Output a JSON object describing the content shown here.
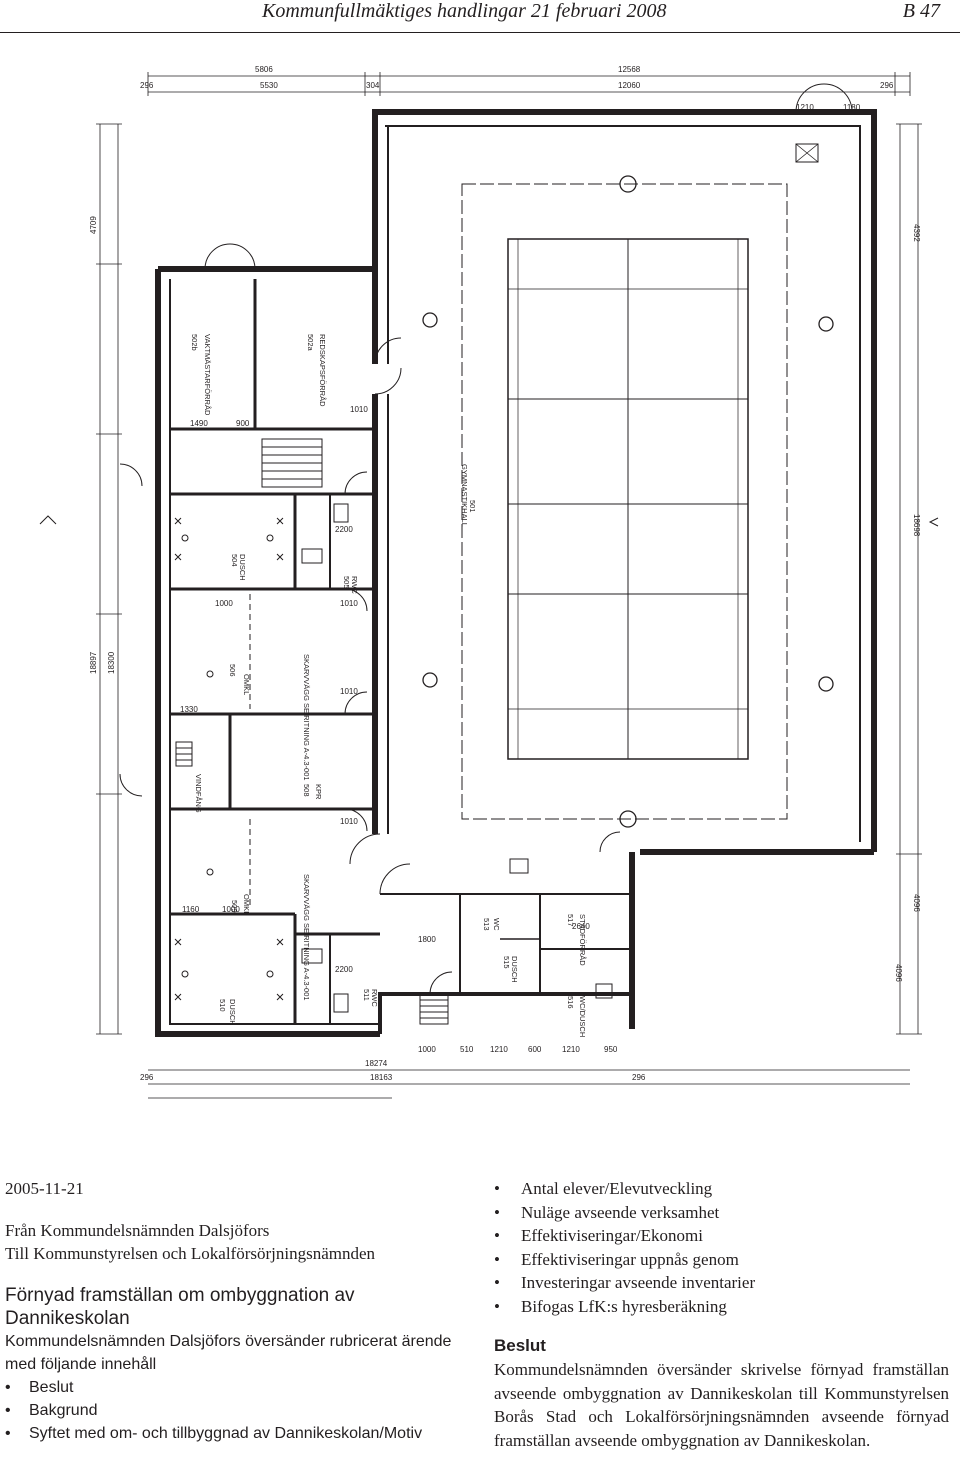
{
  "header": {
    "publication": "Kommunfullmäktiges handlingar 21 februari 2008",
    "page": "B 47"
  },
  "plan": {
    "dimensions": {
      "top_total_1": "5806",
      "top_total_2": "12568",
      "top_a": "296",
      "top_b": "5530",
      "top_c": "304",
      "top_d": "12060",
      "top_e": "296",
      "right_1": "1210",
      "right_2": "1180",
      "bottom_total": "18274",
      "bottom_a": "296",
      "bottom_b": "18163",
      "bottom_c": "296",
      "bottom_1": "1000",
      "bottom_2": "510",
      "bottom_3": "1210",
      "bottom_4": "600",
      "bottom_5": "1210",
      "bottom_6": "950",
      "left_1": "4709",
      "left_2": "18897",
      "left_3": "18300",
      "right_total": "18698",
      "right_a": "4392",
      "right_b": "4096",
      "right_c": "4096",
      "mid_1": "1490",
      "mid_2": "900",
      "mid_3": "1330",
      "mid_4": "1000",
      "mid_5": "1160",
      "mid_6": "1000",
      "mid_7": "2200",
      "mid_8": "2200",
      "mid_9": "1800",
      "mid_10": "2640",
      "mid_11": "1010",
      "mid_12": "1010",
      "mid_13": "1010",
      "mid_14": "1010"
    },
    "rooms": {
      "gym": "GYMNASTIKHALL",
      "gym_no": "501",
      "redskap": "REDSKAPSFÖRRÅD",
      "redskap_no": "502a",
      "vaktmastar": "VAKTMÄSTARFÖRRÅD",
      "vaktmastar_no": "502b",
      "dusch_1": "DUSCH",
      "dusch_1_no": "504",
      "omkl_1": "OMKL",
      "omkl_1_no": "506",
      "kpr": "KPR",
      "kpr_no": "508",
      "omkl_2": "OMKL",
      "omkl_2_no": "509",
      "dusch_2": "DUSCH",
      "dusch_2_no": "510",
      "rwc_1": "RWC",
      "rwc_1_no": "505",
      "rwc_2": "RWC",
      "rwc_2_no": "511",
      "wc": "WC",
      "wc_no": "513",
      "dusch_3": "DUSCH",
      "dusch_3_no": "515",
      "forrad": "STÄDFÖRRÅD",
      "forrad_no": "517",
      "wc_dusch": "WC/DUSCH",
      "wc_dusch_no": "516",
      "vindfang": "VINDFÅNG",
      "skarvagg_1": "SKARVVÄGG SE RITNING A-4.3-001",
      "skarvagg_2": "SKARVVÄGG SE RITNING A-4.3-001"
    }
  },
  "left_column": {
    "date": "2005-11-21",
    "from": "Från Kommundelsnämnden Dalsjöfors",
    "to": "Till Kommunstyrelsen och Lokalförsörjningsnämnden",
    "heading": "Förnyad framställan om ombyggnation av Dannikeskolan",
    "intro": "Kommundelsnämnden Dalsjöfors översänder rubricerat ärende med följande innehåll",
    "items": [
      "Beslut",
      "Bakgrund",
      "Syftet med om- och tillbyggnad av Dannikeskolan/Motiv"
    ]
  },
  "right_column": {
    "items": [
      "Antal elever/Elevutveckling",
      "Nuläge avseende verksamhet",
      "Effektiviseringar/Ekonomi",
      "Effektiviseringar uppnås genom",
      "Investeringar avseende inventarier",
      "Bifogas LfK:s hyresberäkning"
    ],
    "beslut_heading": "Beslut",
    "beslut_text": "Kommundelsnämnden översänder skrivelse förnyad framställan avseende ombyggnation av Dannikeskolan till Kommunstyrelsen Borås Stad och Lokalförsörjningsnämnden avseende förnyad framställan avseende ombyggnation av Dannikeskolan."
  }
}
